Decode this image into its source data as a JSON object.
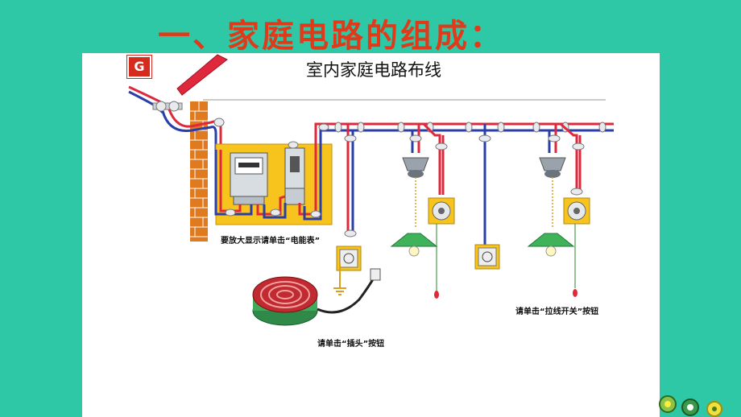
{
  "slide": {
    "title": "一、家庭电路的组成："
  },
  "diagram": {
    "title": "室内家庭电路布线",
    "caption_meter": "要放大显示请单击“电能表”",
    "caption_plug": "请单击“插头”按钮",
    "caption_pullswitch": "请单击“拉线开关”按钮",
    "logo_glyph": "G"
  },
  "colors": {
    "background": "#2ec8a6",
    "title": "#e03a1a",
    "live_wire": "#e0283c",
    "neutral_wire": "#2a3ea8",
    "brick": "#e07a1e",
    "box": "#f7c41d",
    "lamp_shade": "#3fb25a"
  },
  "icons": [
    "logo-icon",
    "electric-meter-icon",
    "fuse-box-icon",
    "socket-icon",
    "lamp-holder-icon",
    "pull-switch-icon",
    "pendant-lamp-icon",
    "electric-stove-icon",
    "plug-icon",
    "nav-icons"
  ]
}
